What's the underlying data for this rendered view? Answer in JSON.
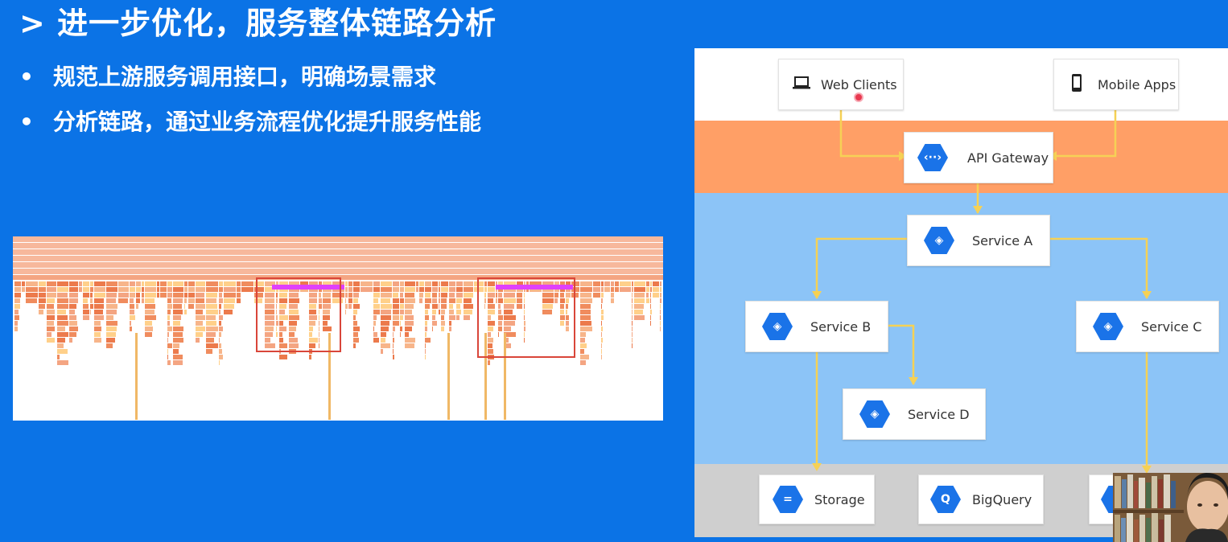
{
  "slide": {
    "title": "> 进一步优化，服务整体链路分析",
    "bullets": [
      {
        "marker": "•",
        "text": "规范上游服务调用接口，明确场景需求"
      },
      {
        "marker": "•",
        "text": "分析链路，通过业务流程优化提升服务性能"
      }
    ]
  },
  "architecture": {
    "clients": [
      {
        "icon": "laptop-icon",
        "label": "Web Clients"
      },
      {
        "icon": "phone-icon",
        "label": "Mobile Apps"
      }
    ],
    "gateway": {
      "icon": "api-gateway-icon",
      "glyph": "‹··›",
      "label": "API Gateway"
    },
    "services": [
      {
        "id": "a",
        "label": "Service A"
      },
      {
        "id": "b",
        "label": "Service B"
      },
      {
        "id": "c",
        "label": "Service C"
      },
      {
        "id": "d",
        "label": "Service D"
      }
    ],
    "storage": [
      {
        "icon": "storage-icon",
        "glyph": "=",
        "label": "Storage"
      },
      {
        "icon": "bigquery-icon",
        "glyph": "Q",
        "label": "BigQuery"
      }
    ],
    "colors": {
      "clients_band": "#ffffff",
      "gateway_band": "#ff9f66",
      "services_band": "#8cc4f7",
      "storage_band": "#cfcfcf",
      "hex_icon": "#1a73e8",
      "connector": "#f6d155"
    }
  },
  "flame_graph": {
    "highlight_color": "#e040fb",
    "frame_colors": [
      "#f4a582",
      "#f08c5e",
      "#f7b58a",
      "#ffd08a",
      "#ec7a4c"
    ]
  }
}
